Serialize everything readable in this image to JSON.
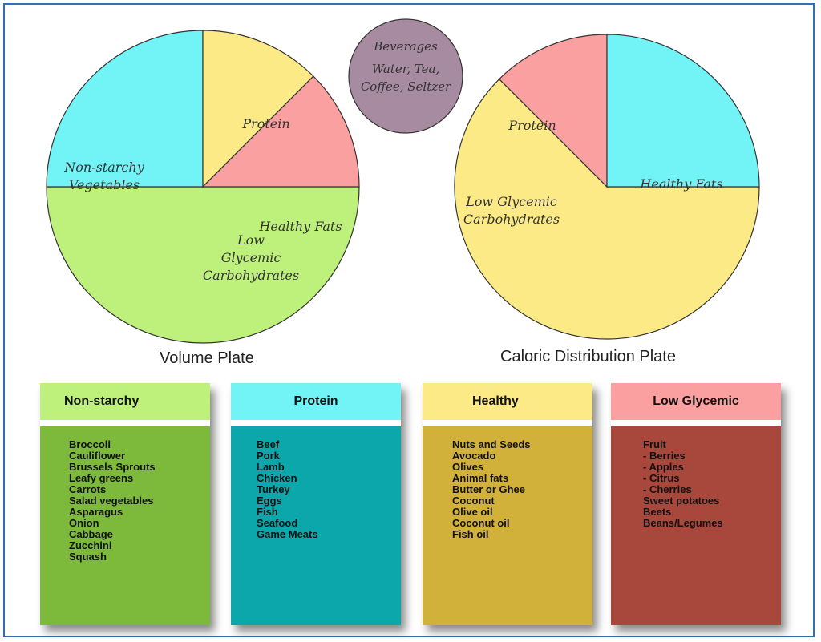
{
  "colors": {
    "green": "#bef07c",
    "cyan": "#72f4f6",
    "yellow": "#fbea86",
    "pink": "#fba0a0",
    "purple": "#a78ba1",
    "card_green": "#7db93a",
    "card_teal": "#0ba7aa",
    "card_mustard": "#d1b13a",
    "card_brown": "#a8473c",
    "frame": "#2f6fb5"
  },
  "beverages": {
    "title": "Beverages",
    "line1": "Water, Tea,",
    "line2": "Coffee, Seltzer"
  },
  "chart_data": [
    {
      "type": "pie",
      "caption": "Volume Plate",
      "slices": [
        {
          "label": "Non-starchy Vegetables",
          "lines": [
            "Non-starchy",
            "Vegetables"
          ],
          "value": 50,
          "color": "#bef07c"
        },
        {
          "label": "Protein",
          "lines": [
            "Protein"
          ],
          "value": 25,
          "color": "#72f4f6"
        },
        {
          "label": "Healthy Fats",
          "lines": [
            "Healthy Fats"
          ],
          "value": 12.5,
          "color": "#fbea86"
        },
        {
          "label": "Low Glycemic Carbohydrates",
          "lines": [
            "Low",
            "Glycemic",
            "Carbohydrates"
          ],
          "value": 12.5,
          "color": "#fba0a0"
        }
      ]
    },
    {
      "type": "pie",
      "caption": "Caloric Distribution Plate",
      "slices": [
        {
          "label": "Healthy Fats",
          "lines": [
            "Healthy Fats"
          ],
          "value": 62.5,
          "color": "#fbea86"
        },
        {
          "label": "Low Glycemic Carbohydrates",
          "lines": [
            "Low Glycemic",
            "Carbohydrates"
          ],
          "value": 12.5,
          "color": "#fba0a0"
        },
        {
          "label": "Protein",
          "lines": [
            "Protein"
          ],
          "value": 25,
          "color": "#72f4f6"
        }
      ]
    }
  ],
  "cards": [
    {
      "title": "Non-starchy",
      "head_color": "#bef07c",
      "body_color": "#7db93a",
      "items": [
        "Broccoli",
        "Cauliflower",
        "Brussels Sprouts",
        "Leafy greens",
        "Carrots",
        "Salad vegetables",
        "Asparagus",
        "Onion",
        "Cabbage",
        "Zucchini",
        "Squash"
      ]
    },
    {
      "title": "Protein",
      "head_color": "#72f4f6",
      "body_color": "#0ba7aa",
      "items": [
        "Beef",
        "Pork",
        "Lamb",
        "Chicken",
        "Turkey",
        "Eggs",
        "Fish",
        "Seafood",
        "Game Meats"
      ]
    },
    {
      "title": "Healthy",
      "head_color": "#fbea86",
      "body_color": "#d1b13a",
      "items": [
        "Nuts and Seeds",
        "Avocado",
        "Olives",
        "Animal fats",
        "Butter or Ghee",
        "Coconut",
        "Olive oil",
        "Coconut oil",
        "Fish oil"
      ]
    },
    {
      "title": "Low Glycemic",
      "head_color": "#fba0a0",
      "body_color": "#a8473c",
      "items": [
        "Fruit",
        "- Berries",
        "- Apples",
        "- Citrus",
        "- Cherries",
        "Sweet potatoes",
        "Beets",
        "Beans/Legumes"
      ]
    }
  ]
}
